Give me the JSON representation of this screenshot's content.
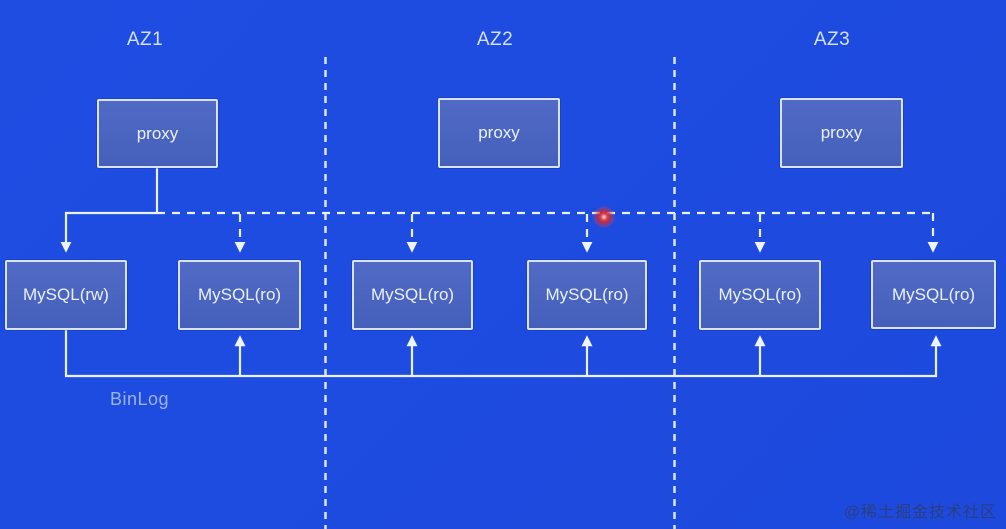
{
  "diagram": {
    "zones": [
      {
        "label": "AZ1",
        "proxy_label": "proxy",
        "nodes": [
          {
            "label": "MySQL(rw)"
          },
          {
            "label": "MySQL(ro)"
          }
        ]
      },
      {
        "label": "AZ2",
        "proxy_label": "proxy",
        "nodes": [
          {
            "label": "MySQL(ro)"
          },
          {
            "label": "MySQL(ro)"
          }
        ]
      },
      {
        "label": "AZ3",
        "proxy_label": "proxy",
        "nodes": [
          {
            "label": "MySQL(ro)"
          },
          {
            "label": "MySQL(ro)"
          }
        ]
      }
    ],
    "binlog_label": "BinLog",
    "watermark": "@稀土掘金技术社区",
    "colors": {
      "background": "#1e4be0",
      "node_fill": "#4a64bf",
      "node_border": "#d8e4f6",
      "connector_line": "#e9f1fd",
      "binlog_text": "#9db3ee",
      "pointer_red": "#e23c3c",
      "watermark_text": "#343848"
    }
  }
}
